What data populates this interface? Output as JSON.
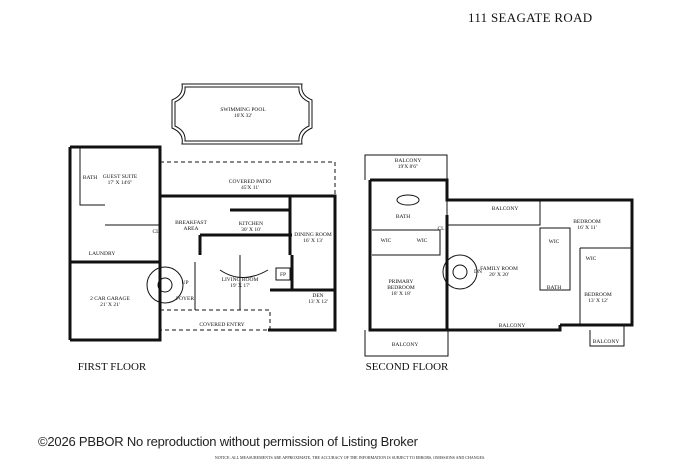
{
  "title": "111 SEAGATE ROAD",
  "first_floor": {
    "heading": "FIRST FLOOR",
    "rooms": {
      "pool": [
        "SWIMMING POOL",
        "16'X 32'"
      ],
      "guest_suite": [
        "GUEST SUITE",
        "17' X 14'6\""
      ],
      "bath": [
        "BATH"
      ],
      "patio": [
        "COVERED PATIO",
        "45'X 11'"
      ],
      "breakfast": [
        "BREAKFAST",
        "AREA"
      ],
      "kitchen": [
        "KITCHEN",
        "30' X 10'"
      ],
      "dining": [
        "DINING ROOM",
        "16' X 13'"
      ],
      "laundry": [
        "LAUNDRY"
      ],
      "cl": [
        "CL"
      ],
      "living": [
        "LIVING ROOM",
        "19' X 17'"
      ],
      "up": [
        "UP"
      ],
      "foyer": [
        "FOYER"
      ],
      "den": [
        "DEN",
        "13' X 12'"
      ],
      "fp": [
        "FP"
      ],
      "garage": [
        "2 CAR GARAGE",
        "21' X 21'"
      ],
      "entry": [
        "COVERED ENTRY"
      ]
    }
  },
  "second_floor": {
    "heading": "SECOND FLOOR",
    "rooms": {
      "balcony_top": [
        "BALCONY",
        "19'X 8'6\""
      ],
      "bath": [
        "BATH"
      ],
      "cl": [
        "CL"
      ],
      "balcony_mid": [
        "BALCONY"
      ],
      "bedroom1": [
        "BEDROOM",
        "16' X 11'"
      ],
      "wic1": [
        "WIC"
      ],
      "wic2": [
        "WIC"
      ],
      "wic3": [
        "WIC"
      ],
      "wic4": [
        "WIC"
      ],
      "family": [
        "FAMILY ROOM",
        "20' X 20'"
      ],
      "dn": [
        "DN"
      ],
      "primary": [
        "PRIMARY",
        "BEDROOM",
        "18' X 18'"
      ],
      "bath2": [
        "BATH"
      ],
      "bedroom2": [
        "BEDROOM",
        "13' X 12'"
      ],
      "balcony_front": [
        "BALCONY"
      ],
      "balcony_left": [
        "BALCONY"
      ],
      "balcony_right": [
        "BALCONY"
      ]
    }
  },
  "footer": {
    "copyright": "©2026 PBBOR No reproduction without permission of Listing Broker",
    "notice": "NOTICE: ALL MEASUREMENTS ARE APPROXIMATE, THE ACCURACY OF THE INFORMATION IS SUBJECT TO ERRORS, OMISSIONS AND CHANGES."
  }
}
